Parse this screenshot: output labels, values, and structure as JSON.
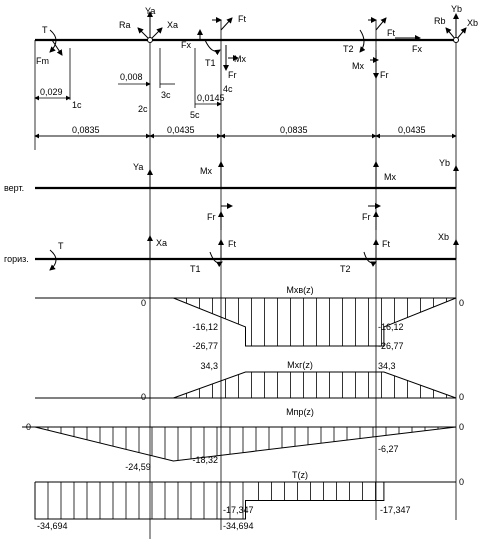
{
  "shaft": {
    "labels": {
      "T": "T",
      "Fm": "Fm",
      "Ra": "Ra",
      "Ya": "Ya",
      "Xa": "Xa",
      "Ft1": "Ft",
      "Fx1": "Fx",
      "T1": "T1",
      "Mx1": "Mx",
      "Fr1": "Fr",
      "T2": "T2",
      "Ft2": "Ft",
      "Fx2": "Fx",
      "Mx2": "Mx",
      "Fr2": "Fr",
      "Rb": "Rb",
      "Yb": "Yb",
      "Xb": "Xb"
    },
    "dims": {
      "d1": "0,029",
      "d2": "0,008",
      "d3": "0,0145",
      "s1": "0,0835",
      "s2": "0,0435",
      "s3": "0,0835",
      "s4": "0,0435"
    },
    "points": {
      "p1": "1c",
      "p2": "2c",
      "p3": "3c",
      "p4": "4c",
      "p5": "5c"
    }
  },
  "vertical": {
    "label": "верт.",
    "Ya": "Ya",
    "Mx1": "Mx",
    "Mx2": "Mx",
    "Yb": "Yb"
  },
  "horizontal": {
    "label": "гориз.",
    "T": "T",
    "Xa": "Xa",
    "Fr1": "Fr",
    "Ft1": "Ft",
    "T1": "T1",
    "Fr2": "Fr",
    "Ft2": "Ft",
    "T2": "T2",
    "Xb": "Xb"
  },
  "chart_data": [
    {
      "type": "area",
      "title": "Mxв(z)",
      "x": [
        0,
        0.0835,
        0.127,
        0.2105,
        0.254
      ],
      "values": [
        0,
        0,
        -16.12,
        -26.77,
        -26.77,
        -16.12,
        0
      ],
      "labels": {
        "a": "0",
        "b": "-16,12",
        "c": "-26,77",
        "d": "-26,77",
        "e": "-16,12",
        "f": "0"
      }
    },
    {
      "type": "area",
      "title": "Mxг(z)",
      "x": [
        0,
        0.0835,
        0.127,
        0.2105,
        0.254
      ],
      "values": [
        0,
        0,
        34.3,
        34.3,
        0
      ],
      "labels": {
        "a": "0",
        "b": "34,3",
        "c": "34,3",
        "d": "0"
      }
    },
    {
      "type": "area",
      "title": "Mпр(z)",
      "x": [
        0,
        0.0835,
        0.127,
        0.2105,
        0.254
      ],
      "values": [
        0,
        -24.59,
        -18.32,
        -6.27,
        0
      ],
      "labels": {
        "a": "0",
        "b": "-24,59",
        "c": "-18,32",
        "d": "-6,27",
        "e": "0"
      }
    },
    {
      "type": "area",
      "title": "T(z)",
      "x": [
        0,
        0.0835,
        0.127,
        0.2105,
        0.254
      ],
      "values": [
        -34.694,
        -34.694,
        -17.347,
        -17.347,
        0
      ],
      "labels": {
        "a": "-34,694",
        "b": "-34,694",
        "c": "-17,347",
        "d": "-17,347",
        "e": "0"
      }
    }
  ]
}
